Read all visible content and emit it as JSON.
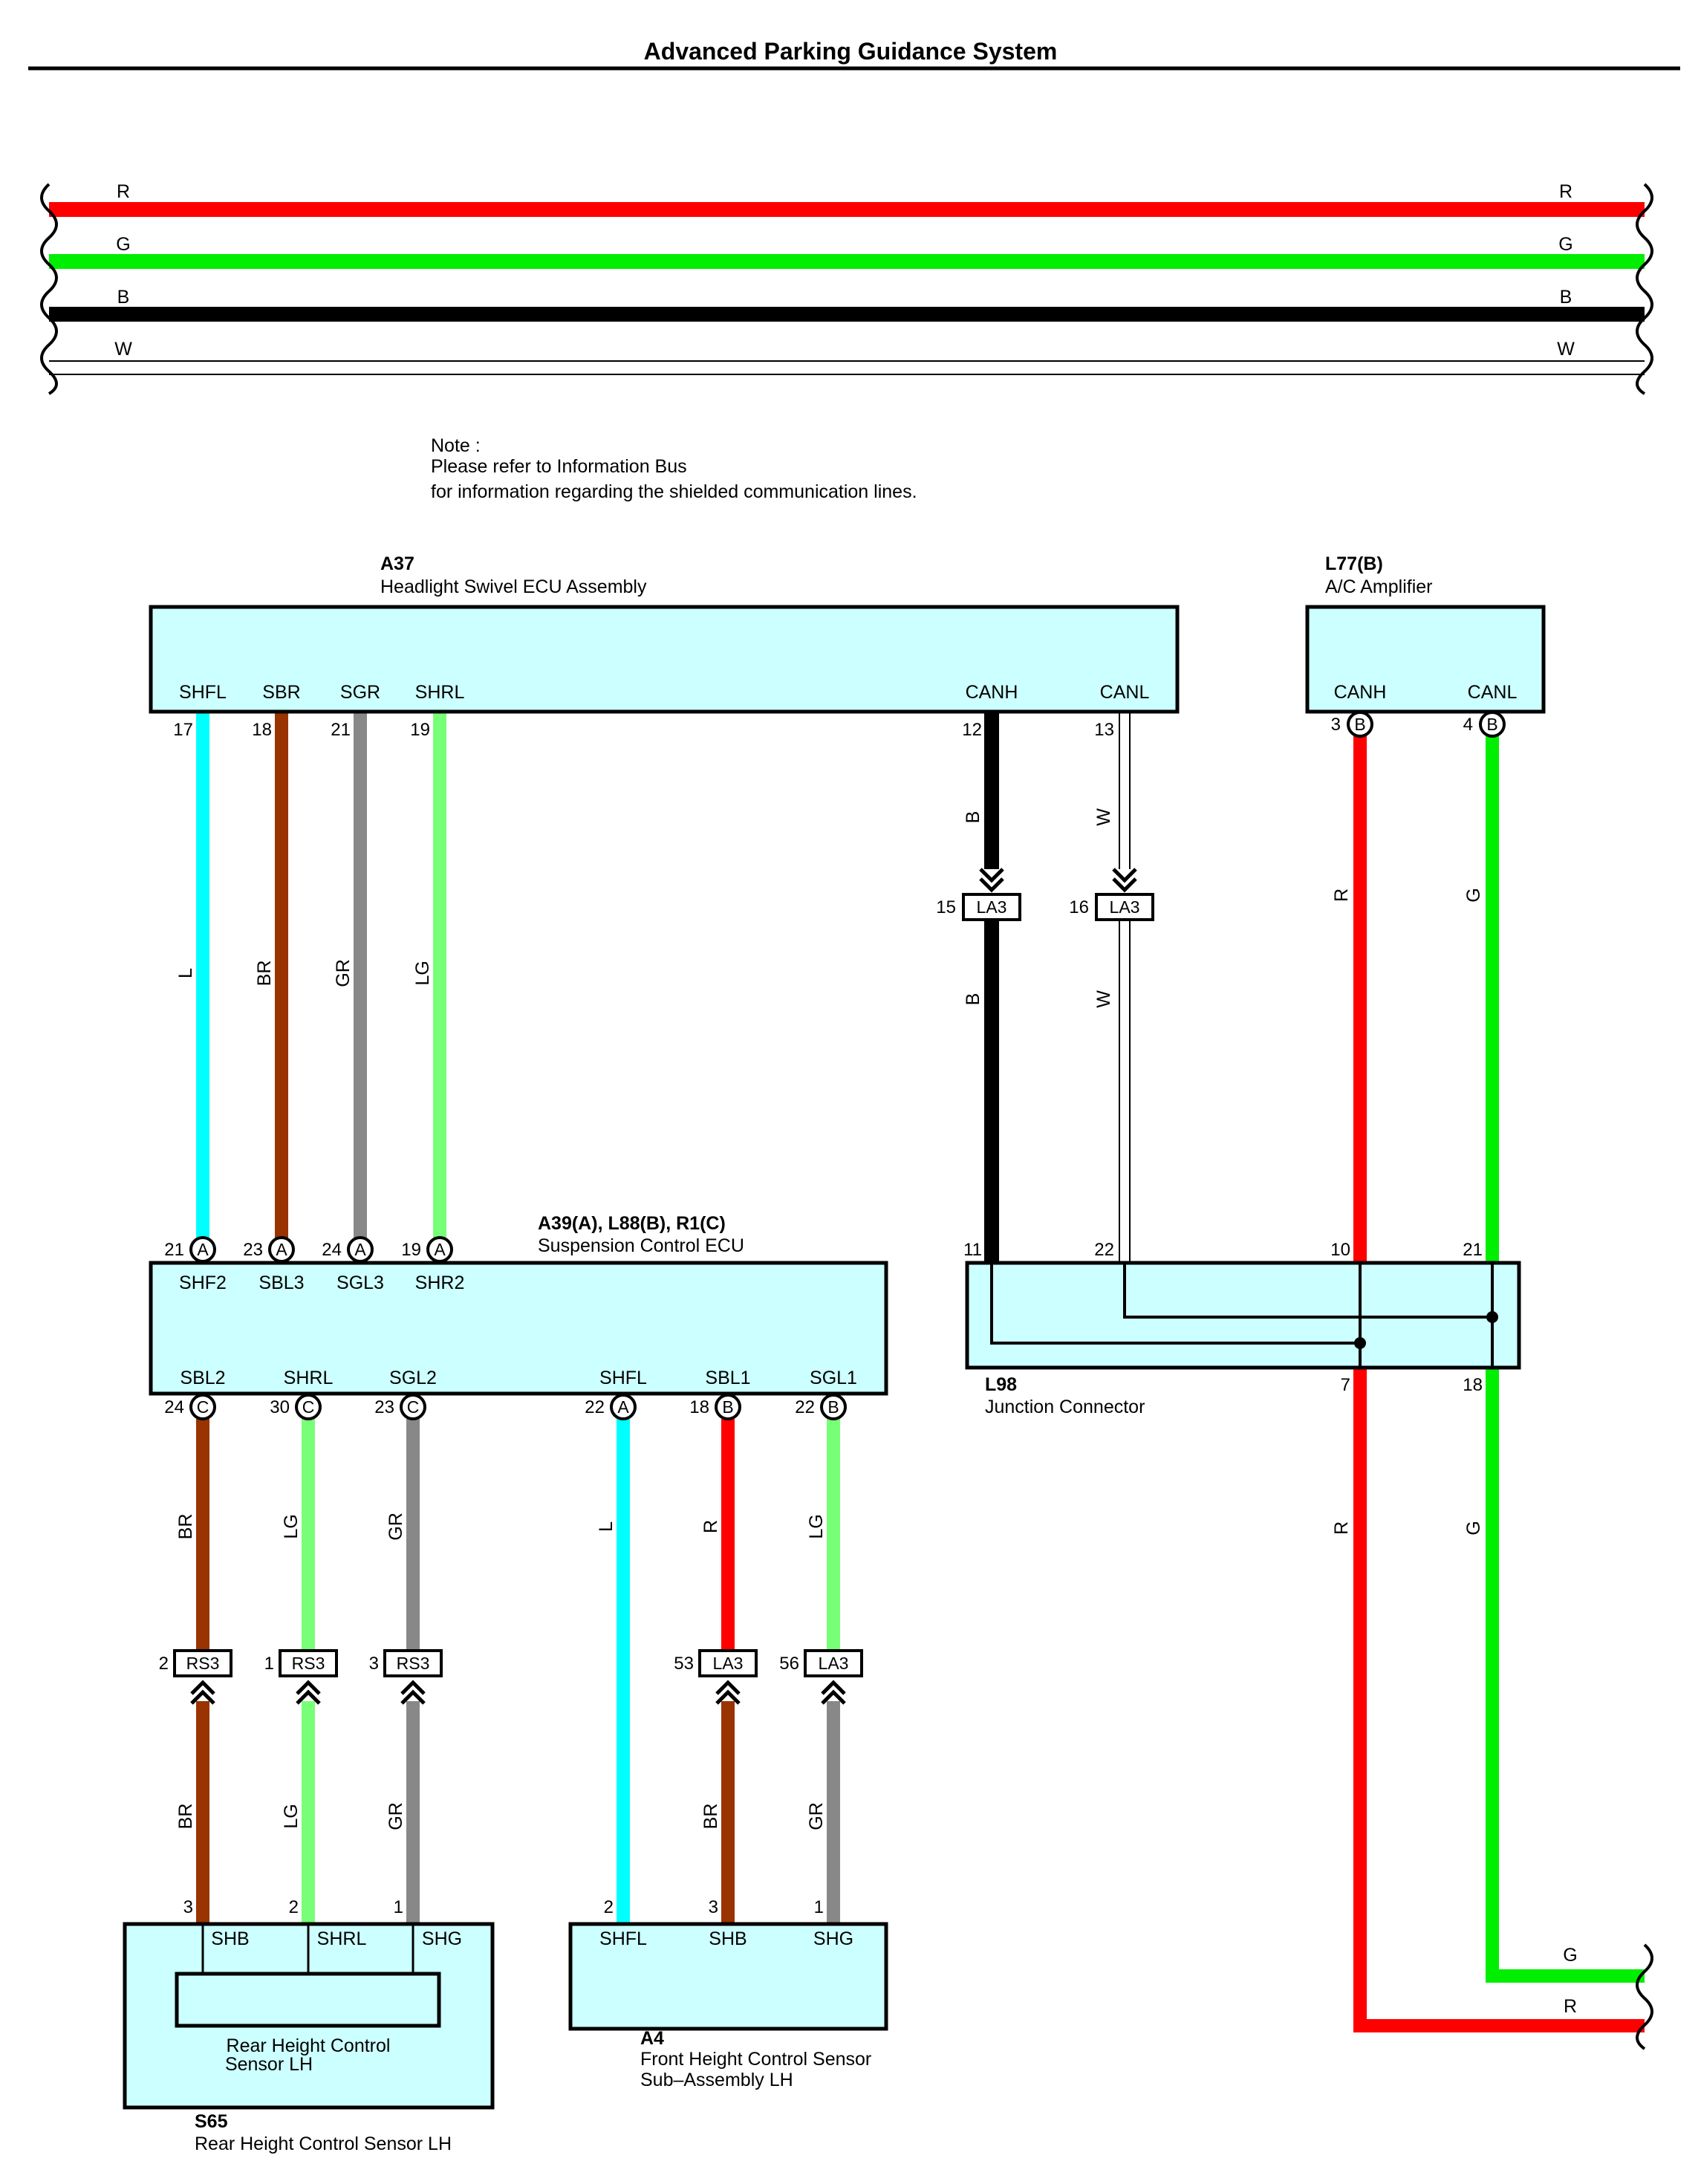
{
  "title": "Advanced Parking Guidance System",
  "colors": {
    "R": "#ff0000",
    "G": "#00ee00",
    "B": "#000000",
    "W": "#ffffff",
    "L": "#00ffff",
    "BR": "#993300",
    "GR": "#888888",
    "LG": "#77ff77",
    "box_fill": "#ccffff"
  },
  "bus": {
    "wires": [
      {
        "code": "R",
        "left_label": "R",
        "right_label": "R"
      },
      {
        "code": "G",
        "left_label": "G",
        "right_label": "G"
      },
      {
        "code": "B",
        "left_label": "B",
        "right_label": "B"
      },
      {
        "code": "W",
        "left_label": "W",
        "right_label": "W"
      }
    ]
  },
  "note": {
    "line1": "Note :",
    "line2": "Please refer to  Information Bus",
    "line3": "for information regarding the shielded communication lines."
  },
  "components": {
    "a37": {
      "code": "A37",
      "name": "Headlight Swivel ECU Assembly",
      "terminals": [
        "SHFL",
        "SBR",
        "SGR",
        "SHRL",
        "CANH",
        "CANL"
      ],
      "pins": [
        "17",
        "18",
        "21",
        "19",
        "12",
        "13"
      ]
    },
    "l77": {
      "code": "L77(B)",
      "name": "A/C Amplifier",
      "terminals": [
        "CANH",
        "CANL"
      ],
      "pins": [
        "3",
        "4"
      ],
      "connector_letters": [
        "B",
        "B"
      ]
    },
    "suspension_ecu": {
      "code": "A39(A), L88(B), R1(C)",
      "name": "Suspension Control ECU",
      "top_terminals": [
        "SHF2",
        "SBL3",
        "SGL3",
        "SHR2"
      ],
      "top_pins": [
        "21",
        "23",
        "24",
        "19"
      ],
      "top_letters": [
        "A",
        "A",
        "A",
        "A"
      ],
      "bottom_terminals": [
        "SBL2",
        "SHRL",
        "SGL2",
        "SHFL",
        "SBL1",
        "SGL1"
      ],
      "bottom_pins": [
        "24",
        "30",
        "23",
        "22",
        "18",
        "22"
      ],
      "bottom_letters": [
        "C",
        "C",
        "C",
        "A",
        "B",
        "B"
      ]
    },
    "l98": {
      "code": "L98",
      "name": "Junction Connector",
      "top_pins": [
        "11",
        "22",
        "10",
        "21"
      ],
      "bottom_pins": [
        "7",
        "18"
      ]
    },
    "s65": {
      "code": "S65",
      "name": "Rear Height Control Sensor LH",
      "inner_label": [
        "Rear Height Control",
        "Sensor LH"
      ],
      "terminals": [
        "SHB",
        "SHRL",
        "SHG"
      ],
      "pins": [
        "3",
        "2",
        "1"
      ]
    },
    "a4": {
      "code": "A4",
      "name_line1": "Front Height Control Sensor",
      "name_line2": "Sub–Assembly LH",
      "terminals": [
        "SHFL",
        "SHB",
        "SHG"
      ],
      "pins": [
        "2",
        "3",
        "1"
      ]
    }
  },
  "wires": {
    "a37_to_ecu": [
      "L",
      "BR",
      "GR",
      "LG"
    ],
    "can_upper": [
      "B",
      "W"
    ],
    "can_lower": [
      "B",
      "W"
    ],
    "amp_upper": [
      "R",
      "G"
    ],
    "amp_lower": [
      "R",
      "G"
    ],
    "end_labels": [
      "G",
      "R"
    ],
    "ecu_lower_upper": [
      "BR",
      "LG",
      "GR",
      "L",
      "R",
      "LG"
    ],
    "ecu_lower_lower": [
      "BR",
      "LG",
      "GR",
      "BR",
      "GR"
    ]
  },
  "junction_connectors": [
    {
      "id": "LA3",
      "pin": "15"
    },
    {
      "id": "LA3",
      "pin": "16"
    },
    {
      "id": "RS3",
      "pin": "2"
    },
    {
      "id": "RS3",
      "pin": "1"
    },
    {
      "id": "RS3",
      "pin": "3"
    },
    {
      "id": "LA3",
      "pin": "53"
    },
    {
      "id": "LA3",
      "pin": "56"
    }
  ]
}
